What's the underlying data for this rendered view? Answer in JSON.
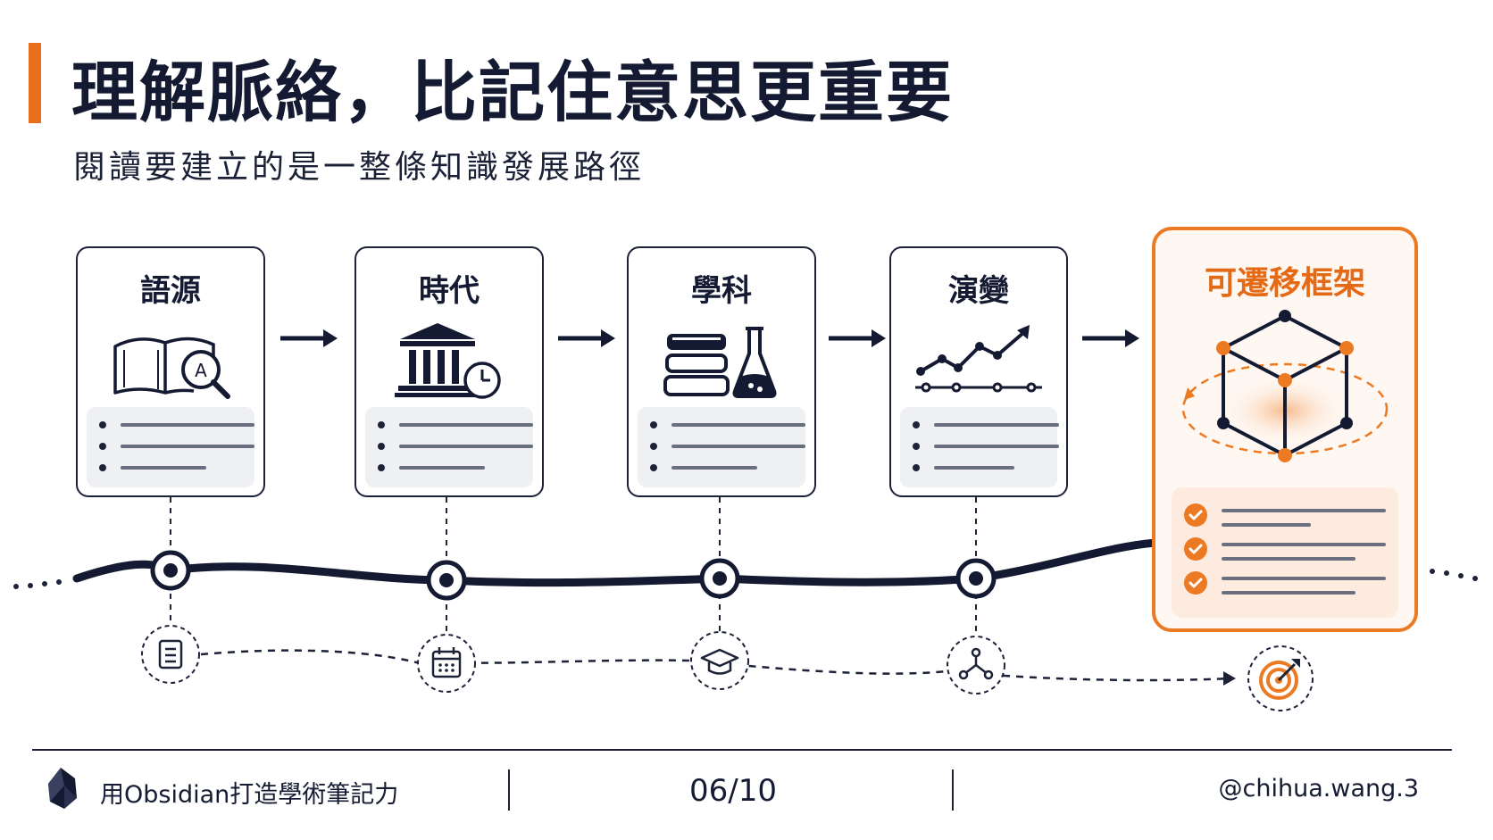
{
  "title": "理解脈絡，比記住意思更重要",
  "subtitle": "閱讀要建立的是一整條知識發展路徑",
  "stages": [
    {
      "label": "語源",
      "icon": "book-magnifier-icon",
      "milestone_icon": "document-icon"
    },
    {
      "label": "時代",
      "icon": "museum-clock-icon",
      "milestone_icon": "calendar-icon"
    },
    {
      "label": "學科",
      "icon": "books-flask-icon",
      "milestone_icon": "graduation-cap-icon"
    },
    {
      "label": "演變",
      "icon": "trend-chart-icon",
      "milestone_icon": "network-icon"
    }
  ],
  "final_stage": {
    "label": "可遷移框架",
    "icon": "cube-framework-icon",
    "milestone_icon": "target-icon",
    "checklist_count": 3
  },
  "footer": {
    "brand": "用Obsidian打造學術筆記力",
    "page": "06/10",
    "handle": "@chihua.wang.3",
    "logo_icon": "obsidian-logo-icon"
  },
  "colors": {
    "accent": "#ec7a22",
    "ink": "#1c2238",
    "panel": "#eef0f4",
    "final_bg": "#fff7f1"
  }
}
